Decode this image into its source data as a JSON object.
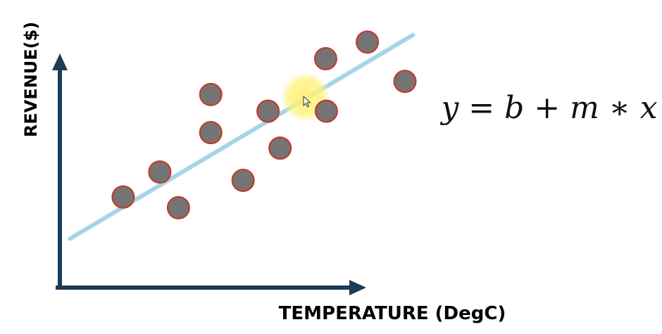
{
  "chart_data": {
    "type": "scatter",
    "title": "",
    "xlabel": "TEMPERATURE (DegC)",
    "ylabel": "REVENUE($)",
    "equation": "y = b + m ∗ x",
    "xlim": [
      0,
      100
    ],
    "ylim": [
      0,
      100
    ],
    "grid": false,
    "ticks": false,
    "points": [
      {
        "x": 19.0,
        "y": 38.0
      },
      {
        "x": 30.0,
        "y": 48.5
      },
      {
        "x": 35.6,
        "y": 33.5
      },
      {
        "x": 45.3,
        "y": 81.0
      },
      {
        "x": 45.3,
        "y": 65.0
      },
      {
        "x": 55.0,
        "y": 45.0
      },
      {
        "x": 62.5,
        "y": 74.0
      },
      {
        "x": 66.1,
        "y": 58.5
      },
      {
        "x": 79.8,
        "y": 96.0
      },
      {
        "x": 80.0,
        "y": 74.0
      },
      {
        "x": 92.3,
        "y": 103.0
      },
      {
        "x": 103.6,
        "y": 86.5
      }
    ],
    "trendline": {
      "intercept": 18,
      "slope": 0.83
    },
    "colors": {
      "axis": "#1c3b57",
      "point_fill": "#747474",
      "point_stroke": "#cc3322",
      "trendline": "#a6d4e8",
      "cursor_highlight": "#fff27a"
    }
  },
  "cursor": {
    "icon": "pointer-cursor-icon"
  }
}
